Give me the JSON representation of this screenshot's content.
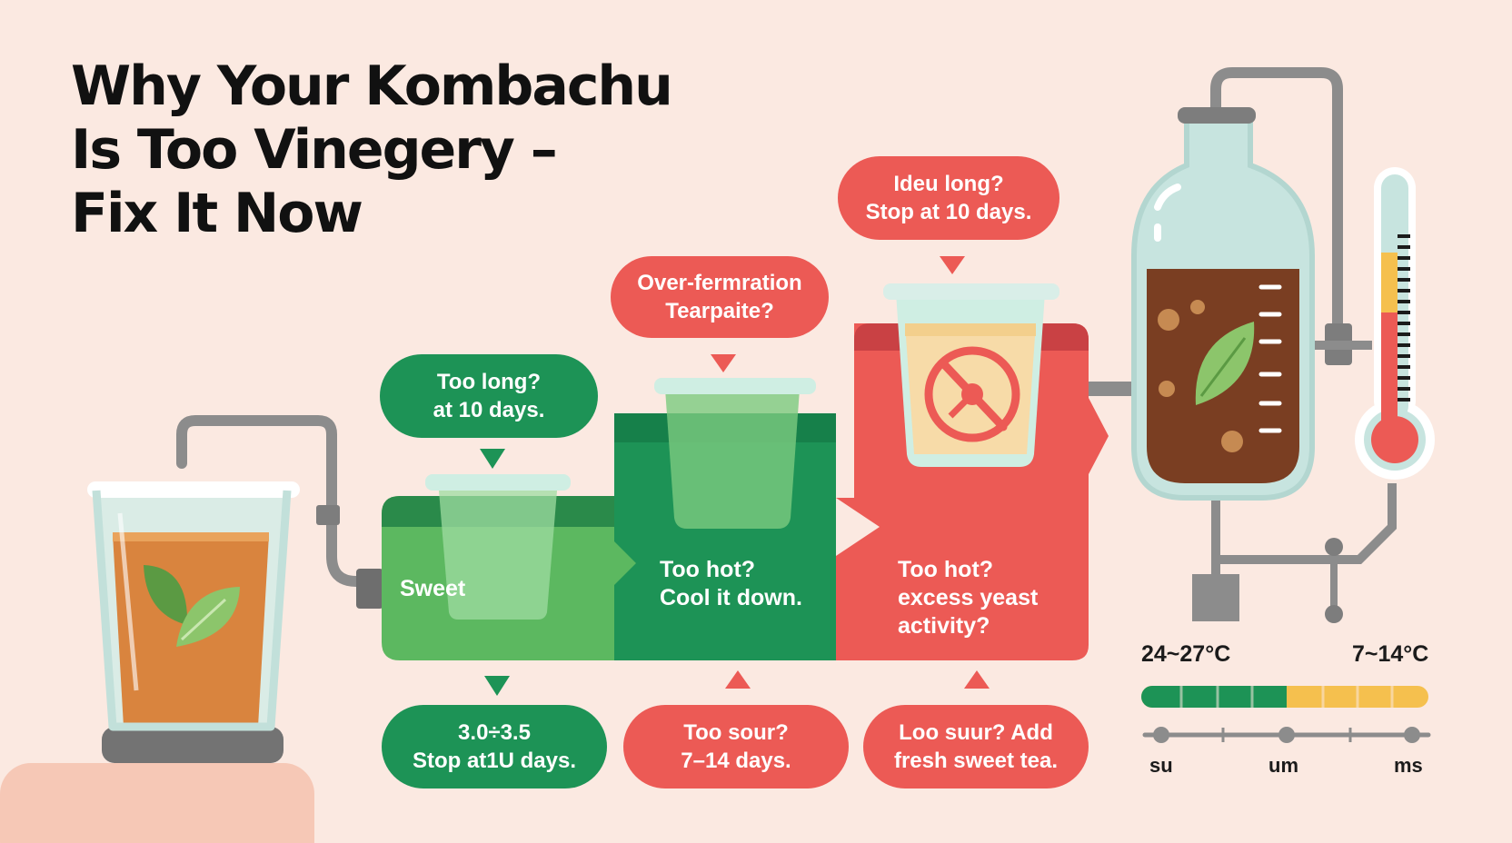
{
  "title": {
    "line1": "Why Your Kombachu",
    "line2": "Is Too Vinegery –",
    "line3": "Fix It Now"
  },
  "callouts": {
    "top_green": {
      "line1": "Too long?",
      "line2": "at 10 days."
    },
    "top_red_mid": {
      "line1": "Over-fermration",
      "line2": "Tearpaite?"
    },
    "top_red_right": {
      "line1": "Ideu long?",
      "line2": "Stop at 10 days."
    },
    "bottom_green": {
      "line1": "3.0÷3.5",
      "line2": "Stop at1U days."
    },
    "bottom_red_mid": {
      "line1": "Too sour?",
      "line2": "7–14 days."
    },
    "bottom_red_right": {
      "line1": "Loo suur? Add",
      "line2": "fresh sweet tea."
    }
  },
  "panels": {
    "sweet": {
      "label": "Sweet"
    },
    "middle": {
      "line1": "Too hot?",
      "line2": "Cool it down."
    },
    "right": {
      "line1": "Too hot?",
      "line2": "excess yeast",
      "line3": "activity?"
    }
  },
  "temperature_scale": {
    "left_label": "24~27°C",
    "right_label": "7~14°C",
    "tick_labels": [
      "su",
      "um",
      "ms"
    ]
  },
  "icons": [
    "tea-glass-icon",
    "tea-leaf-icon",
    "cup-icon",
    "no-entry-clock-icon",
    "fermentation-jar-icon",
    "thermometer-icon",
    "triangle-arrow-icon"
  ],
  "colors": {
    "background": "#fbe9e1",
    "green": "#1d9356",
    "light_green": "#5cb860",
    "red": "#ec5a55",
    "tea_amber": "#d9843e",
    "kombucha_brown": "#7a3e22",
    "glass": "#c7e4df",
    "scale_yellow": "#f5c04e"
  }
}
